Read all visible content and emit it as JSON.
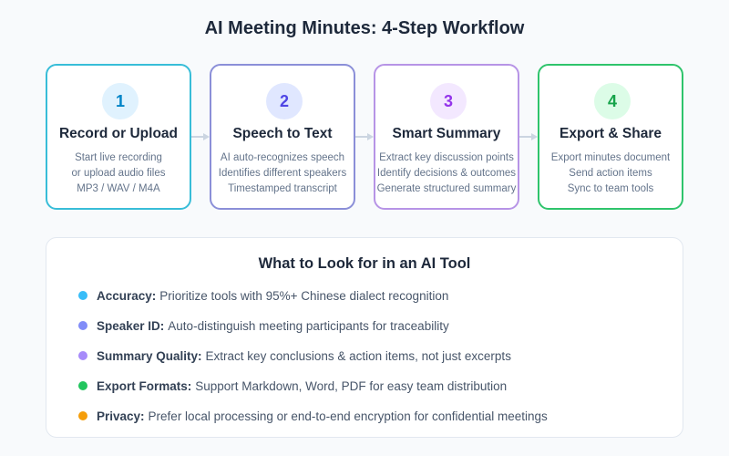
{
  "title": "AI Meeting Minutes: 4-Step Workflow",
  "steps": [
    {
      "number": "1",
      "title": "Record or Upload",
      "lines": [
        "Start live recording",
        "or upload audio files",
        "MP3 / WAV / M4A"
      ],
      "border_color": "#38bdd8",
      "badge_bg": "#e0f2fe",
      "badge_color": "#0284c7"
    },
    {
      "number": "2",
      "title": "Speech to Text",
      "lines": [
        "AI auto-recognizes speech",
        "Identifies different speakers",
        "Timestamped transcript"
      ],
      "border_color": "#8b8fd8",
      "badge_bg": "#e0e7ff",
      "badge_color": "#4f46e5"
    },
    {
      "number": "3",
      "title": "Smart Summary",
      "lines": [
        "Extract key discussion points",
        "Identify decisions & outcomes",
        "Generate structured summary"
      ],
      "border_color": "#b794e6",
      "badge_bg": "#f3e8ff",
      "badge_color": "#9333ea"
    },
    {
      "number": "4",
      "title": "Export & Share",
      "lines": [
        "Export minutes document",
        "Send action items",
        "Sync to team tools"
      ],
      "border_color": "#2fc46c",
      "badge_bg": "#dcfce7",
      "badge_color": "#16a34a"
    }
  ],
  "arrow_color": "#cbd5e1",
  "tips_panel": {
    "title": "What to Look for in an AI Tool",
    "items": [
      {
        "label": "Accuracy:",
        "text": "Prioritize tools with 95%+ Chinese dialect recognition",
        "dot_color": "#38bdf8"
      },
      {
        "label": "Speaker ID:",
        "text": "Auto-distinguish meeting participants for traceability",
        "dot_color": "#818cf8"
      },
      {
        "label": "Summary Quality:",
        "text": "Extract key conclusions & action items, not just excerpts",
        "dot_color": "#a78bfa"
      },
      {
        "label": "Export Formats:",
        "text": "Support Markdown, Word, PDF for easy team distribution",
        "dot_color": "#22c55e"
      },
      {
        "label": "Privacy:",
        "text": "Prefer local processing or end-to-end encryption for confidential meetings",
        "dot_color": "#f59e0b"
      }
    ]
  }
}
